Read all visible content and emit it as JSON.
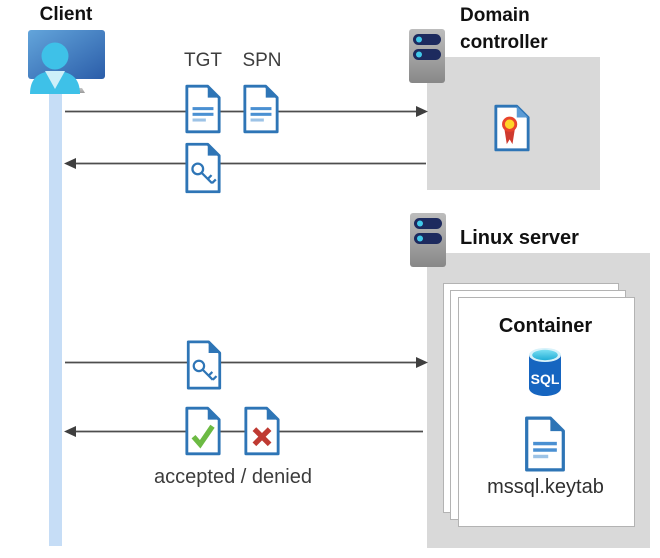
{
  "client": {
    "label": "Client"
  },
  "flow1": {
    "tgt_label": "TGT",
    "spn_label": "SPN"
  },
  "flow2": {
    "result_label": "accepted / denied"
  },
  "domain_controller": {
    "name_line1": "Domain",
    "name_line2": "controller"
  },
  "linux_server": {
    "name": "Linux server",
    "container": {
      "title": "Container",
      "sql_icon_label": "SQL",
      "keytab_filename": "mssql.keytab"
    }
  },
  "colors": {
    "lifeline_blue": "#c6ddf6",
    "doc_border_blue": "#2e75b6",
    "doc_line_blue": "#4a90d2",
    "doc_line_light_blue": "#9dc3e6",
    "gray_box": "#d9d9d9",
    "arrow_gray": "#4d4d4d",
    "check_green": "#6cba43",
    "cross_red": "#bf3a32",
    "cert_ribbon_red": "#e8432c",
    "cert_ribbon_yellow": "#ffd428",
    "sql_body_blue": "#1665c0",
    "sql_top_cyan": "#35bfe3",
    "server_bar_navy": "#1d2a5e",
    "server_dot_cyan": "#41c9ea",
    "monitor_blue_light": "#63a5db",
    "monitor_blue_dark": "#2b5da9",
    "person_cyan": "#3ec1e8"
  }
}
